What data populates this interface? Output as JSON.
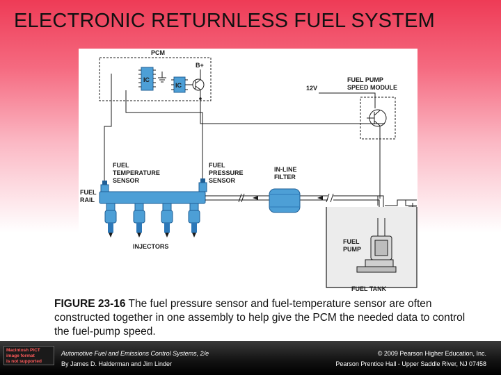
{
  "slide": {
    "title": "ELECTRONIC RETURNLESS FUEL SYSTEM"
  },
  "diagram": {
    "pcm_label": "PCM",
    "ic_label": "IC",
    "bplus_label": "B+",
    "volt_label": "12V",
    "fuel_pump_speed_module": [
      "FUEL PUMP",
      "SPEED MODULE"
    ],
    "fuel_temperature_sensor": [
      "FUEL",
      "TEMPERATURE",
      "SENSOR"
    ],
    "fuel_pressure_sensor": [
      "FUEL",
      "PRESSURE",
      "SENSOR"
    ],
    "inline_filter": [
      "IN-LINE",
      "FILTER"
    ],
    "fuel_rail": [
      "FUEL",
      "RAIL"
    ],
    "injectors_label": "INJECTORS",
    "fuel_pump": [
      "FUEL",
      "PUMP"
    ],
    "fuel_tank_label": "FUEL TANK",
    "colors": {
      "wire": "#1a1a1a",
      "component": "#4d9fd6",
      "component_dark": "#1f5f96",
      "tank": "#e6e6e6"
    }
  },
  "caption": {
    "figure_number": "FIGURE 23-16",
    "text": " The fuel pressure sensor and fuel-temperature sensor are often constructed together in one assembly to help give the PCM the needed data to control the fuel-pump speed."
  },
  "footer": {
    "badge": "Macintosh PICT\nimage format\nis not supported",
    "book_title": "Automotive Fuel and Emissions Control Systems, 2/e",
    "authors": "By James D. Halderman and Jim Linder",
    "copyright": "© 2009 Pearson Higher Education, Inc.",
    "publisher": "Pearson Prentice Hall - Upper Saddle River, NJ 07458"
  }
}
